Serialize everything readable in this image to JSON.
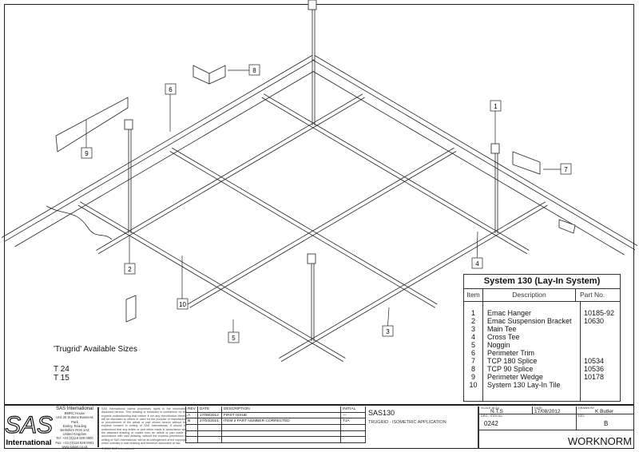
{
  "drawing": {
    "callouts": [
      "1",
      "2",
      "3",
      "4",
      "5",
      "6",
      "7",
      "8",
      "9",
      "10"
    ]
  },
  "parts_table": {
    "title": "System 130 (Lay-In System)",
    "headers": {
      "item": "Item",
      "description": "Description",
      "part_no": "Part No."
    },
    "rows": [
      {
        "item": "1",
        "description": "Emac Hanger",
        "part_no": "10185-92"
      },
      {
        "item": "2",
        "description": "Emac Suspension Bracket",
        "part_no": "10630"
      },
      {
        "item": "3",
        "description": "Main Tee",
        "part_no": ""
      },
      {
        "item": "4",
        "description": "Cross Tee",
        "part_no": ""
      },
      {
        "item": "5",
        "description": "Noggin",
        "part_no": ""
      },
      {
        "item": "6",
        "description": "Perimeter Trim",
        "part_no": ""
      },
      {
        "item": "7",
        "description": "TCP 180 Splice",
        "part_no": "10534"
      },
      {
        "item": "8",
        "description": "TCP 90 Splice",
        "part_no": "10536"
      },
      {
        "item": "9",
        "description": "Perimeter Wedge",
        "part_no": "10178"
      },
      {
        "item": "10",
        "description": "System 130 Lay-In Tile",
        "part_no": ""
      }
    ]
  },
  "sizes": {
    "title": "'Trugrid'  Available Sizes",
    "items": [
      "T 24",
      "T 15"
    ]
  },
  "title_block": {
    "logo_text": "SAS",
    "logo_sub": "International",
    "company": "SAS International",
    "address": [
      "BMRC House",
      "Unit 25 Suttons Business Park",
      "Earley, Reading",
      "Berkshire RG6 1AZ",
      "United Kingdom",
      "Tel: +44 (0)118 929 0900",
      "Fax: +44 (0)118 929 0901",
      "www.sasint.co.uk"
    ],
    "disclaimer": "SAS International claims proprietary rights in the information disclosed hereon. This drawing is furnished in confidence on the express understanding that neither it nor any reproduction thereof will be disclosed to others or used for the purpose of manufacture or procurement of the article or part shown hereon without the express consent in writing of SAS International. It should be understood that any article or part either made in accordance with the attached drawing or copied from an article or part made in accordance with said drawing, without the express permission in writing of SAS International, will be an infringement of the copyright which subsists in said drawing and therefore actionable at law.",
    "copyright": "© 2012 SAS International",
    "revisions": {
      "headers": [
        "REV",
        "DATE",
        "DESCRIPTION",
        "INITIAL"
      ],
      "rows": [
        [
          "A",
          "17/08/2012",
          "FIRST ISSUE",
          "---"
        ],
        [
          "B",
          "27/04/2021",
          "ITEM 2 PART NUMBER CORRECTED",
          "TJA"
        ]
      ]
    },
    "project_code": "SAS130",
    "project_desc": "TRUGRID - ISOMETRIC APPLICATION",
    "scale_label": "SCALE @ A3",
    "scale": "N.T.S",
    "date_label": "DATE",
    "date": "17/08/2012",
    "drawn_label": "DRAWN BY",
    "drawn_by": "K Butler",
    "drg_label": "DRG / ITEM No.",
    "drg_no": "0242",
    "rev_label": "REV",
    "rev": "B",
    "brand": "WORKNORM"
  }
}
